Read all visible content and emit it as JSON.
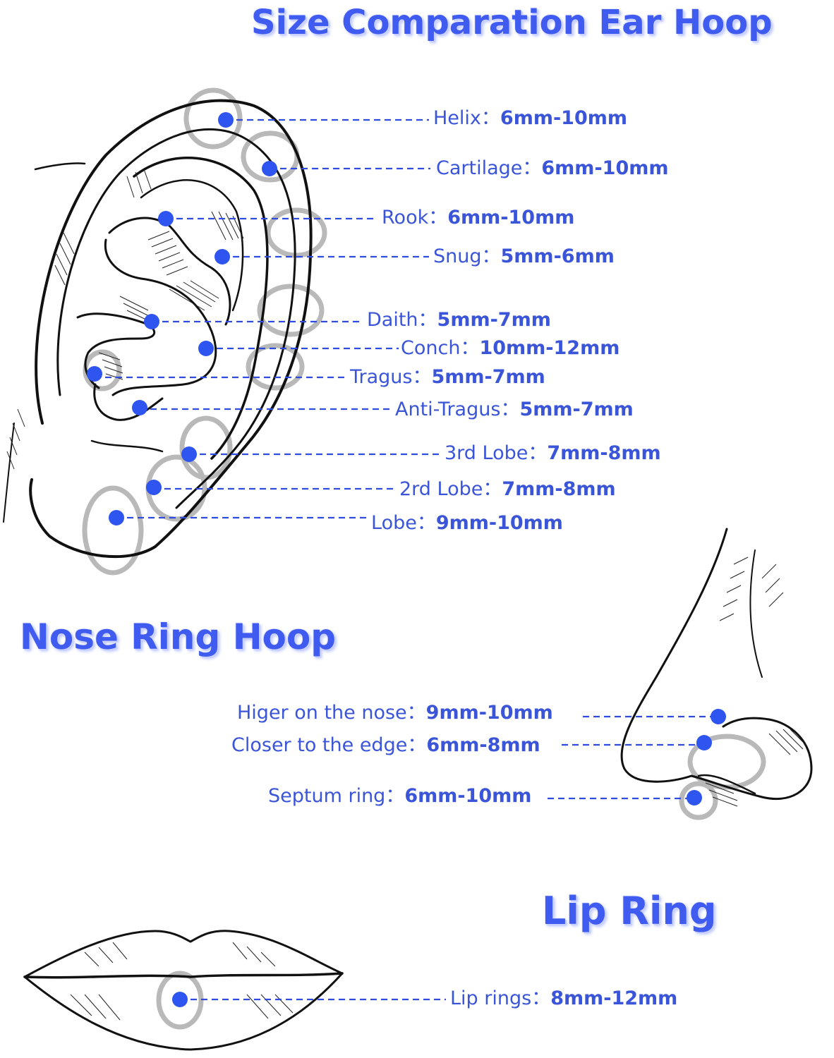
{
  "titles": {
    "ear": "Size Comparation Ear Hoop",
    "nose": "Nose Ring Hoop",
    "lip": "Lip Ring"
  },
  "separator": "：",
  "ear_points": [
    {
      "name": "Helix",
      "size": "6mm-10mm"
    },
    {
      "name": "Cartilage",
      "size": "6mm-10mm"
    },
    {
      "name": "Rook",
      "size": "6mm-10mm"
    },
    {
      "name": "Snug",
      "size": "5mm-6mm"
    },
    {
      "name": "Daith",
      "size": "5mm-7mm"
    },
    {
      "name": "Conch",
      "size": "10mm-12mm"
    },
    {
      "name": "Tragus",
      "size": "5mm-7mm"
    },
    {
      "name": "Anti-Tragus",
      "size": "5mm-7mm"
    },
    {
      "name": "3rd Lobe",
      "size": "7mm-8mm"
    },
    {
      "name": "2rd Lobe",
      "size": "7mm-8mm"
    },
    {
      "name": "Lobe",
      "size": "9mm-10mm"
    }
  ],
  "nose_points": [
    {
      "name": "Higer on the nose",
      "size": "9mm-10mm"
    },
    {
      "name": "Closer to the edge",
      "size": "6mm-8mm"
    },
    {
      "name": "Septum ring",
      "size": "6mm-10mm"
    }
  ],
  "lip_points": [
    {
      "name": "Lip rings",
      "size": "8mm-12mm"
    }
  ],
  "colors": {
    "title": "#3f5bf0",
    "label": "#3b55d9",
    "dot": "#2f55f0",
    "ring": "#b9b9b9"
  }
}
